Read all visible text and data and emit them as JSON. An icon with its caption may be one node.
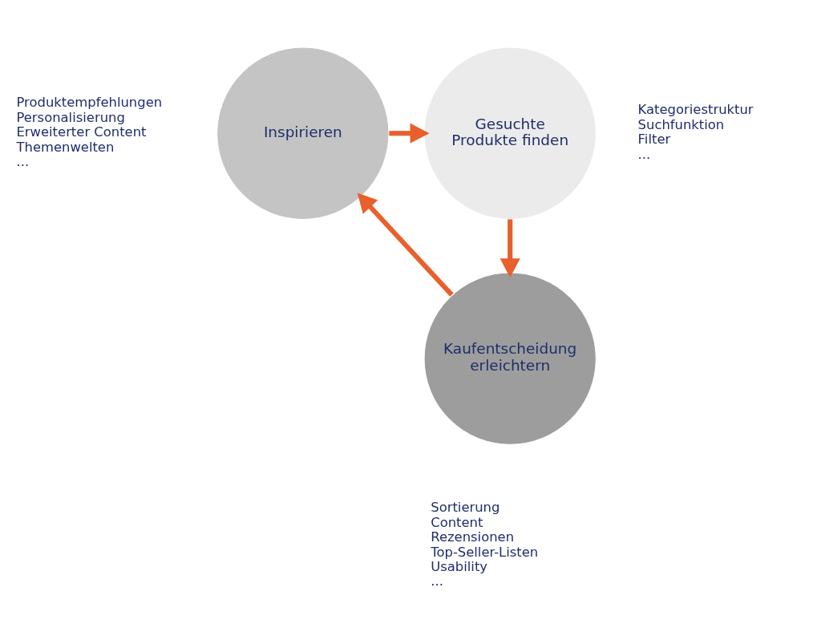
{
  "diagram": {
    "nodes": [
      {
        "text": [
          "Inspirieren"
        ],
        "beside": [
          "Produktempfehlungen",
          "Personalisierung",
          "Erweiterter Content",
          "Themenwelten",
          "..."
        ]
      },
      {
        "text": [
          "Gesuchte Produkte finden"
        ],
        "beside": [
          "Kategoriestruktur",
          "Suchfunktion",
          "Filter",
          "..."
        ]
      },
      {
        "text": [
          "Kaufentscheidung erleichtern"
        ],
        "beside": [
          "Sortierung",
          "Content",
          "Rezensionen",
          "Top-Seller-Listen",
          "Usability",
          "..."
        ]
      }
    ],
    "edges": [
      {
        "from": 0,
        "to": 1,
        "arrow": "to"
      },
      {
        "from": 1,
        "to": 2,
        "arrow": "to"
      },
      {
        "from": 2,
        "to": 0,
        "arrow": "to"
      }
    ]
  }
}
